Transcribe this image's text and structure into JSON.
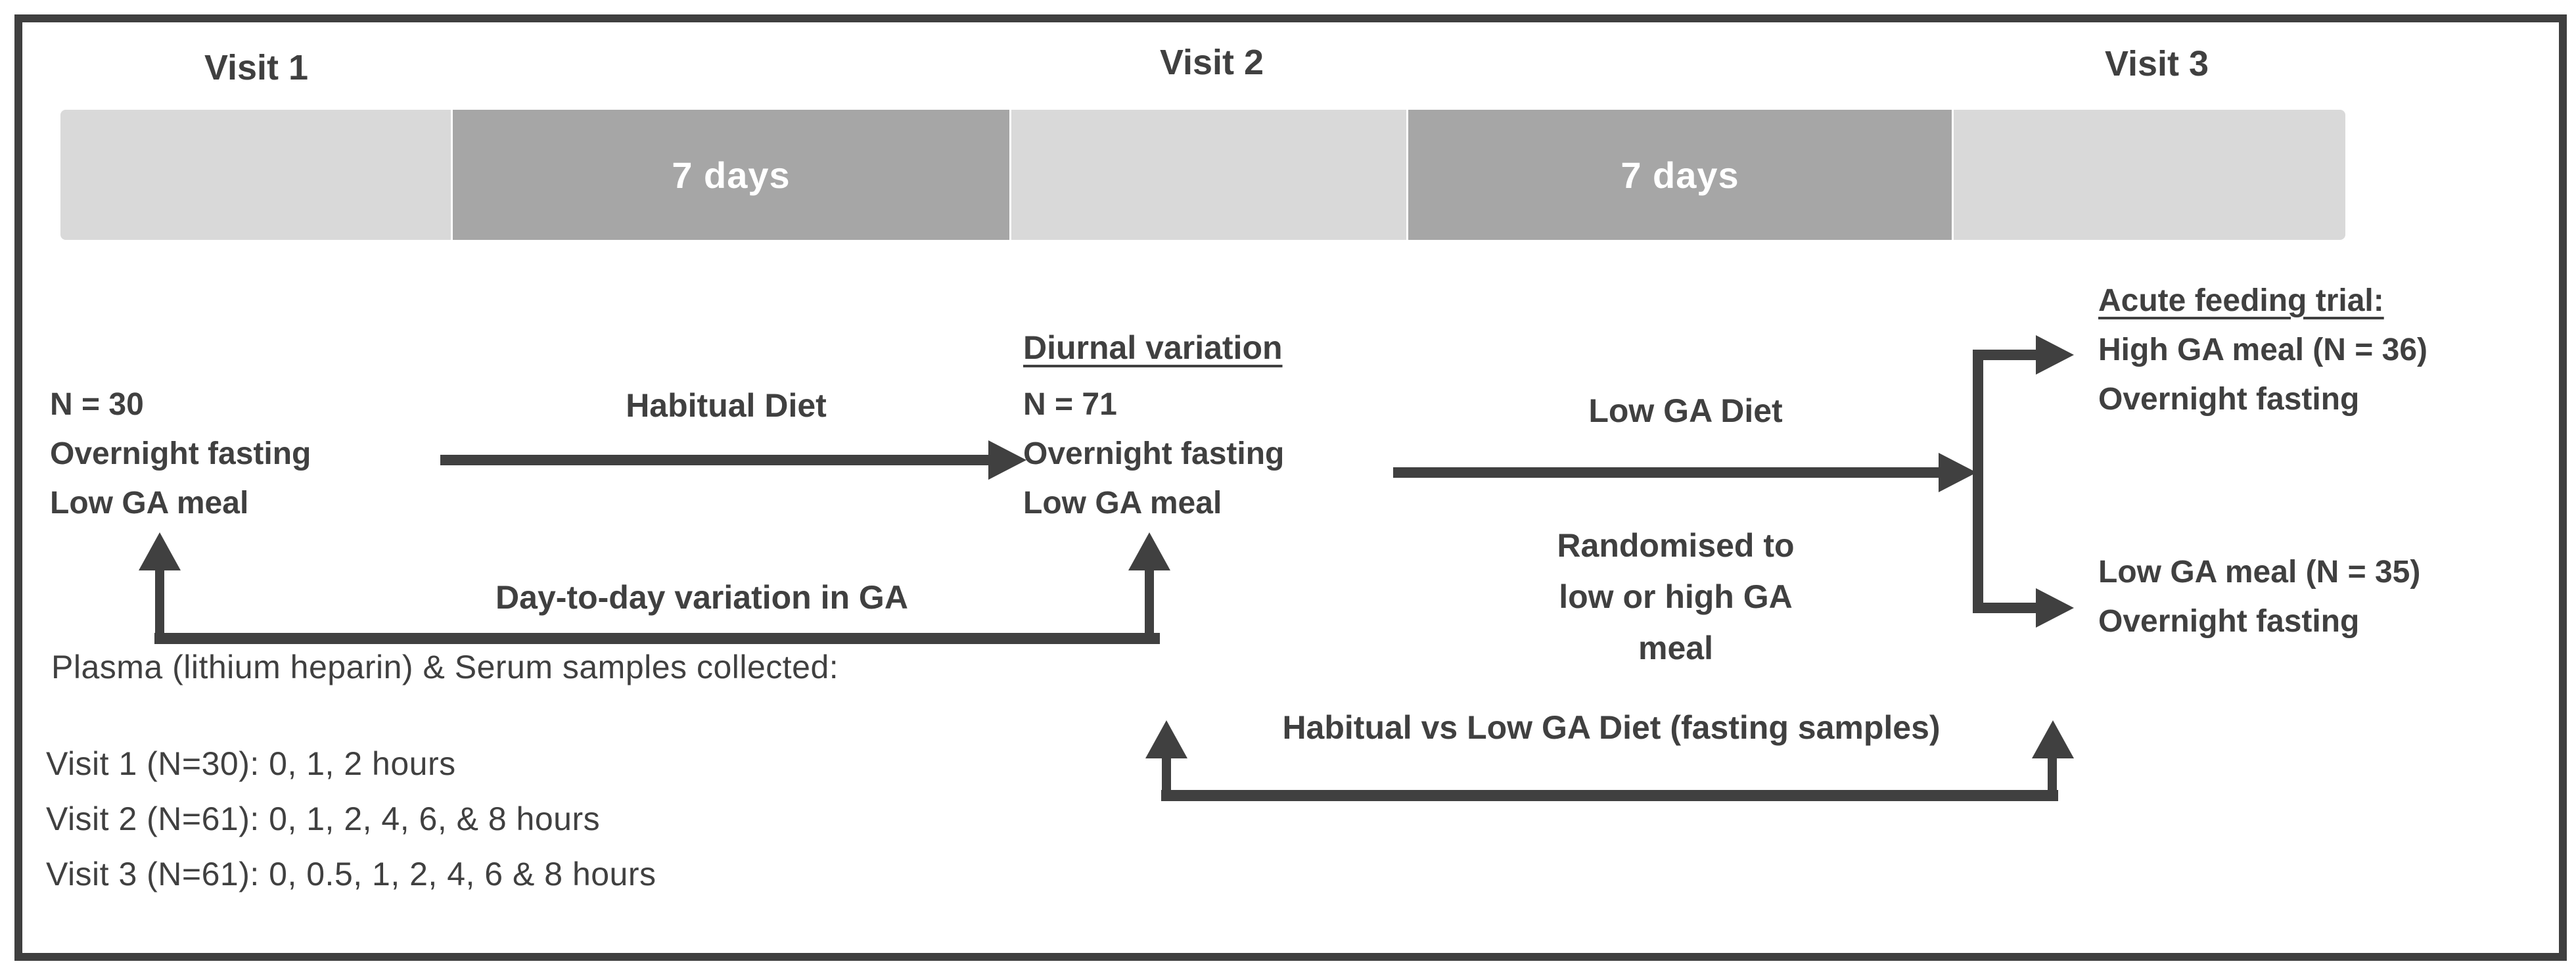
{
  "colors": {
    "background": "#ffffff",
    "frame_border": "#3f3f3f",
    "bar_light": "#d9d9d9",
    "bar_dark": "#a6a6a6",
    "ink": "#404040",
    "bar_label_text": "#ffffff"
  },
  "header": {
    "visit1": "Visit 1",
    "visit2": "Visit 2",
    "visit3": "Visit 3"
  },
  "timeline": {
    "segments": [
      {
        "type": "light",
        "label": ""
      },
      {
        "type": "dark",
        "label": "7 days"
      },
      {
        "type": "light",
        "label": ""
      },
      {
        "type": "dark",
        "label": "7 days"
      },
      {
        "type": "light",
        "label": ""
      }
    ]
  },
  "blocks": {
    "visit1": {
      "lines": [
        "N = 30",
        "Overnight fasting",
        "Low GA meal"
      ]
    },
    "visit2": {
      "heading": "Diurnal variation",
      "lines": [
        "N = 71",
        "Overnight fasting",
        "Low GA meal"
      ]
    },
    "visit3_high": {
      "heading": "Acute feeding trial:",
      "lines": [
        "High GA meal (N = 36)",
        "Overnight fasting"
      ]
    },
    "visit3_low": {
      "lines": [
        "Low GA meal (N = 35)",
        "Overnight fasting"
      ]
    },
    "randomised": {
      "lines": [
        "Randomised to",
        "low or high GA",
        "meal"
      ]
    }
  },
  "arrows": {
    "habitual_diet_label": "Habitual Diet",
    "low_ga_diet_label": "Low GA Diet",
    "day_to_day_label": "Day-to-day variation in GA",
    "habitual_vs_low_label": "Habitual vs Low GA Diet (fasting samples)"
  },
  "samples": {
    "intro": "Plasma (lithium heparin) & Serum samples collected:",
    "lines": [
      "Visit 1 (N=30): 0, 1, 2 hours",
      "Visit 2 (N=61): 0, 1, 2, 4, 6, & 8 hours",
      "Visit 3 (N=61): 0, 0.5, 1, 2, 4, 6 & 8 hours"
    ]
  }
}
